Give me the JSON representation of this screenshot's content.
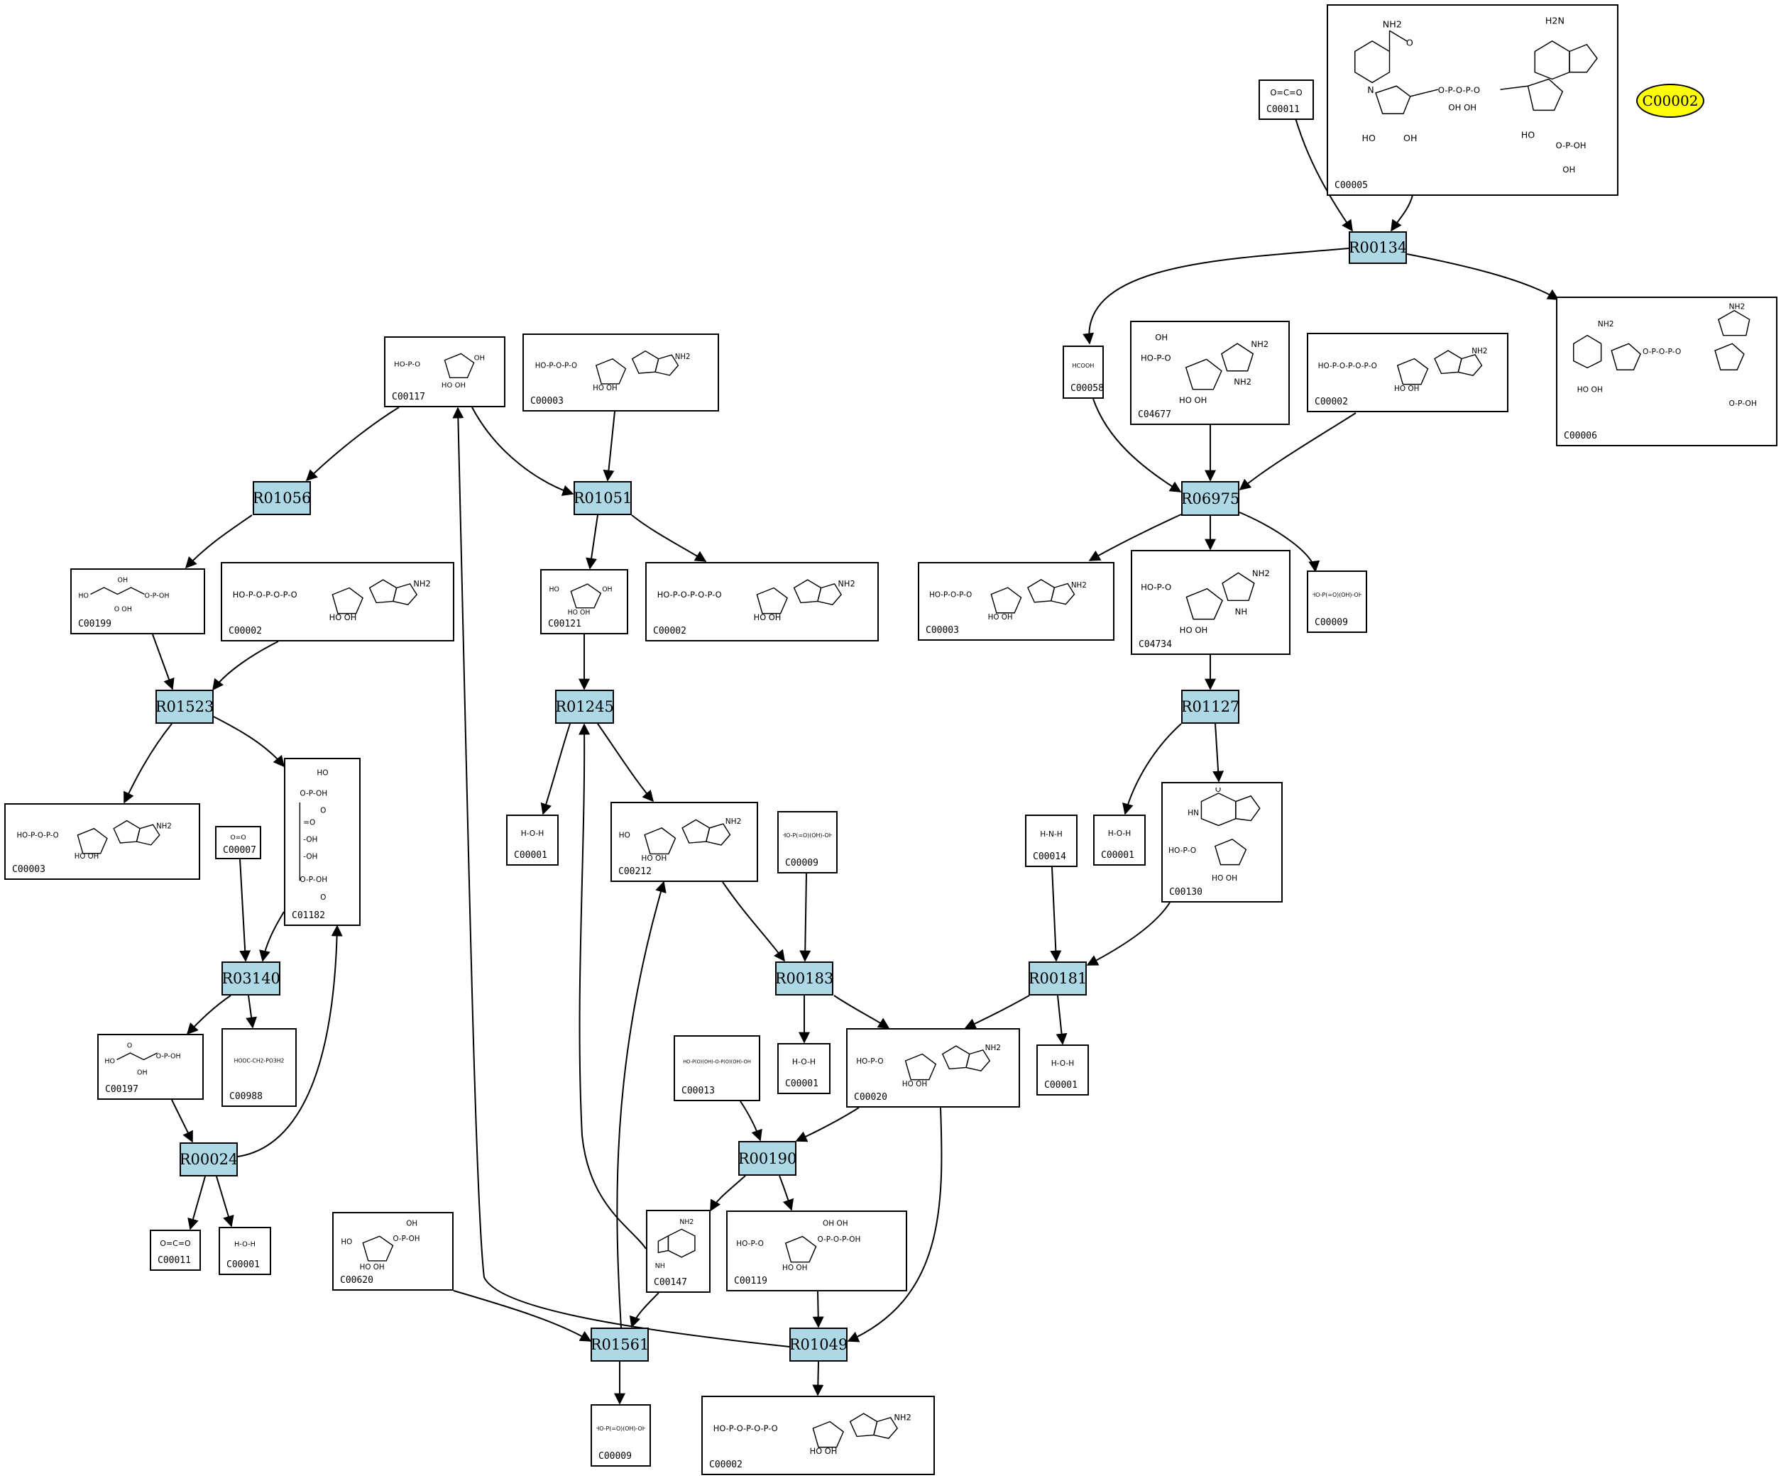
{
  "colors": {
    "reaction_fill": "#add8e6",
    "target_fill": "#ffff00",
    "stroke": "#000000"
  },
  "target": {
    "label": "C00002"
  },
  "compounds": {
    "n_c00011_top": "C00011",
    "n_c00005": "C00005",
    "n_c00058": "C00058",
    "n_c04677": "C04677",
    "n_c00002_r06975": "C00002",
    "n_c00006": "C00006",
    "n_c00003_r06975": "C00003",
    "n_c04734": "C04734",
    "n_c00009_r06975": "C00009",
    "n_c00117": "C00117",
    "n_c00003_r01051": "C00003",
    "n_c00121": "C00121",
    "n_c00002_r01051": "C00002",
    "n_c00199": "C00199",
    "n_c00002_r01523": "C00002",
    "n_c00003_r01523": "C00003",
    "n_c01182": "C01182",
    "n_c00007": "C00007",
    "n_c00001_r01245": "C00001",
    "n_c00212": "C00212",
    "n_c00009_r00183": "C00009",
    "n_c00014": "C00014",
    "n_c00001_r01127": "C00001",
    "n_c00130": "C00130",
    "n_c00197": "C00197",
    "n_c00988": "C00988",
    "n_c00001_r00183": "C00001",
    "n_c00013": "C00013",
    "n_c00020": "C00020",
    "n_c00001_r00181": "C00001",
    "n_c00011_bot": "C00011",
    "n_c00001_r00024": "C00001",
    "n_c00620": "C00620",
    "n_c00147": "C00147",
    "n_c00119": "C00119",
    "n_c00009_r01561": "C00009",
    "n_c00002_bot": "C00002"
  },
  "structure_text": {
    "c00011": "O=C=O",
    "c00058": "HCOOH",
    "c00009": "HO-P(=O)(OH)-OH",
    "c00001": "H-O-H",
    "c00014": "H-N-H",
    "c00007": "O=O",
    "c00013": "HO-P(O)(OH)-O-P(O)(OH)-OH",
    "c00988": "HOOC-CH2-PO3H2"
  },
  "reactions": {
    "r00134": "R00134",
    "r06975": "R06975",
    "r01127": "R01127",
    "r00181": "R00181",
    "r01056": "R01056",
    "r01051": "R01051",
    "r01523": "R01523",
    "r01245": "R01245",
    "r03140": "R03140",
    "r00183": "R00183",
    "r00024": "R00024",
    "r00190": "R00190",
    "r01561": "R01561",
    "r01049": "R01049"
  }
}
